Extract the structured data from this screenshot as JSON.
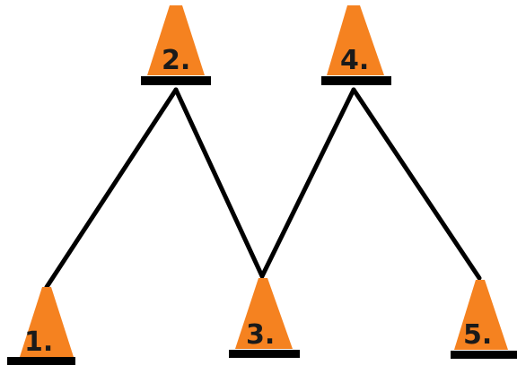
{
  "colors": {
    "cone": "#F58220",
    "cone_shade": "#E86F10",
    "line": "#000000",
    "background": "#FFFFFF"
  },
  "cones": [
    {
      "id": "cone-1",
      "label": "1."
    },
    {
      "id": "cone-2",
      "label": "2."
    },
    {
      "id": "cone-3",
      "label": "3."
    },
    {
      "id": "cone-4",
      "label": "4."
    },
    {
      "id": "cone-5",
      "label": "5."
    }
  ],
  "path_order": [
    "cone-1",
    "cone-2",
    "cone-3",
    "cone-4",
    "cone-5"
  ]
}
